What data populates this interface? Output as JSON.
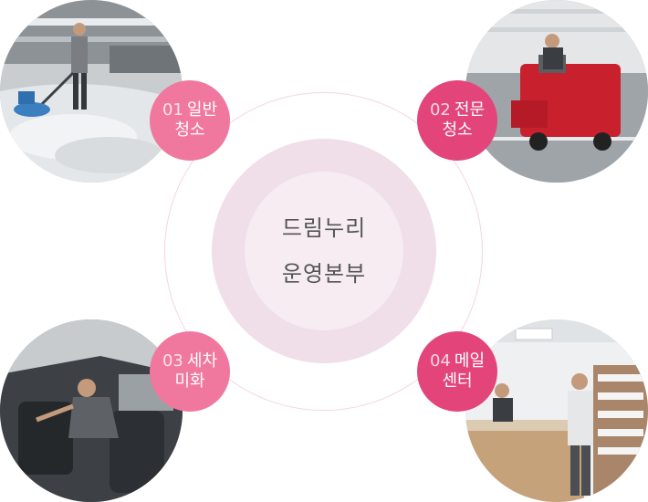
{
  "center": {
    "line1": "드림누리",
    "line2": "운영본부"
  },
  "services": [
    {
      "num": "01",
      "title1": "일반",
      "title2": "청소",
      "color": "#f0789f",
      "photo": "floor-cleaning-photo"
    },
    {
      "num": "02",
      "title1": "전문",
      "title2": "청소",
      "color": "#e3457a",
      "photo": "sweeper-vehicle-photo"
    },
    {
      "num": "03",
      "title1": "세차",
      "title2": "미화",
      "color": "#f0789f",
      "photo": "car-interior-cleaning-photo"
    },
    {
      "num": "04",
      "title1": "메일",
      "title2": "센터",
      "color": "#e3457a",
      "photo": "mail-center-photo"
    }
  ]
}
